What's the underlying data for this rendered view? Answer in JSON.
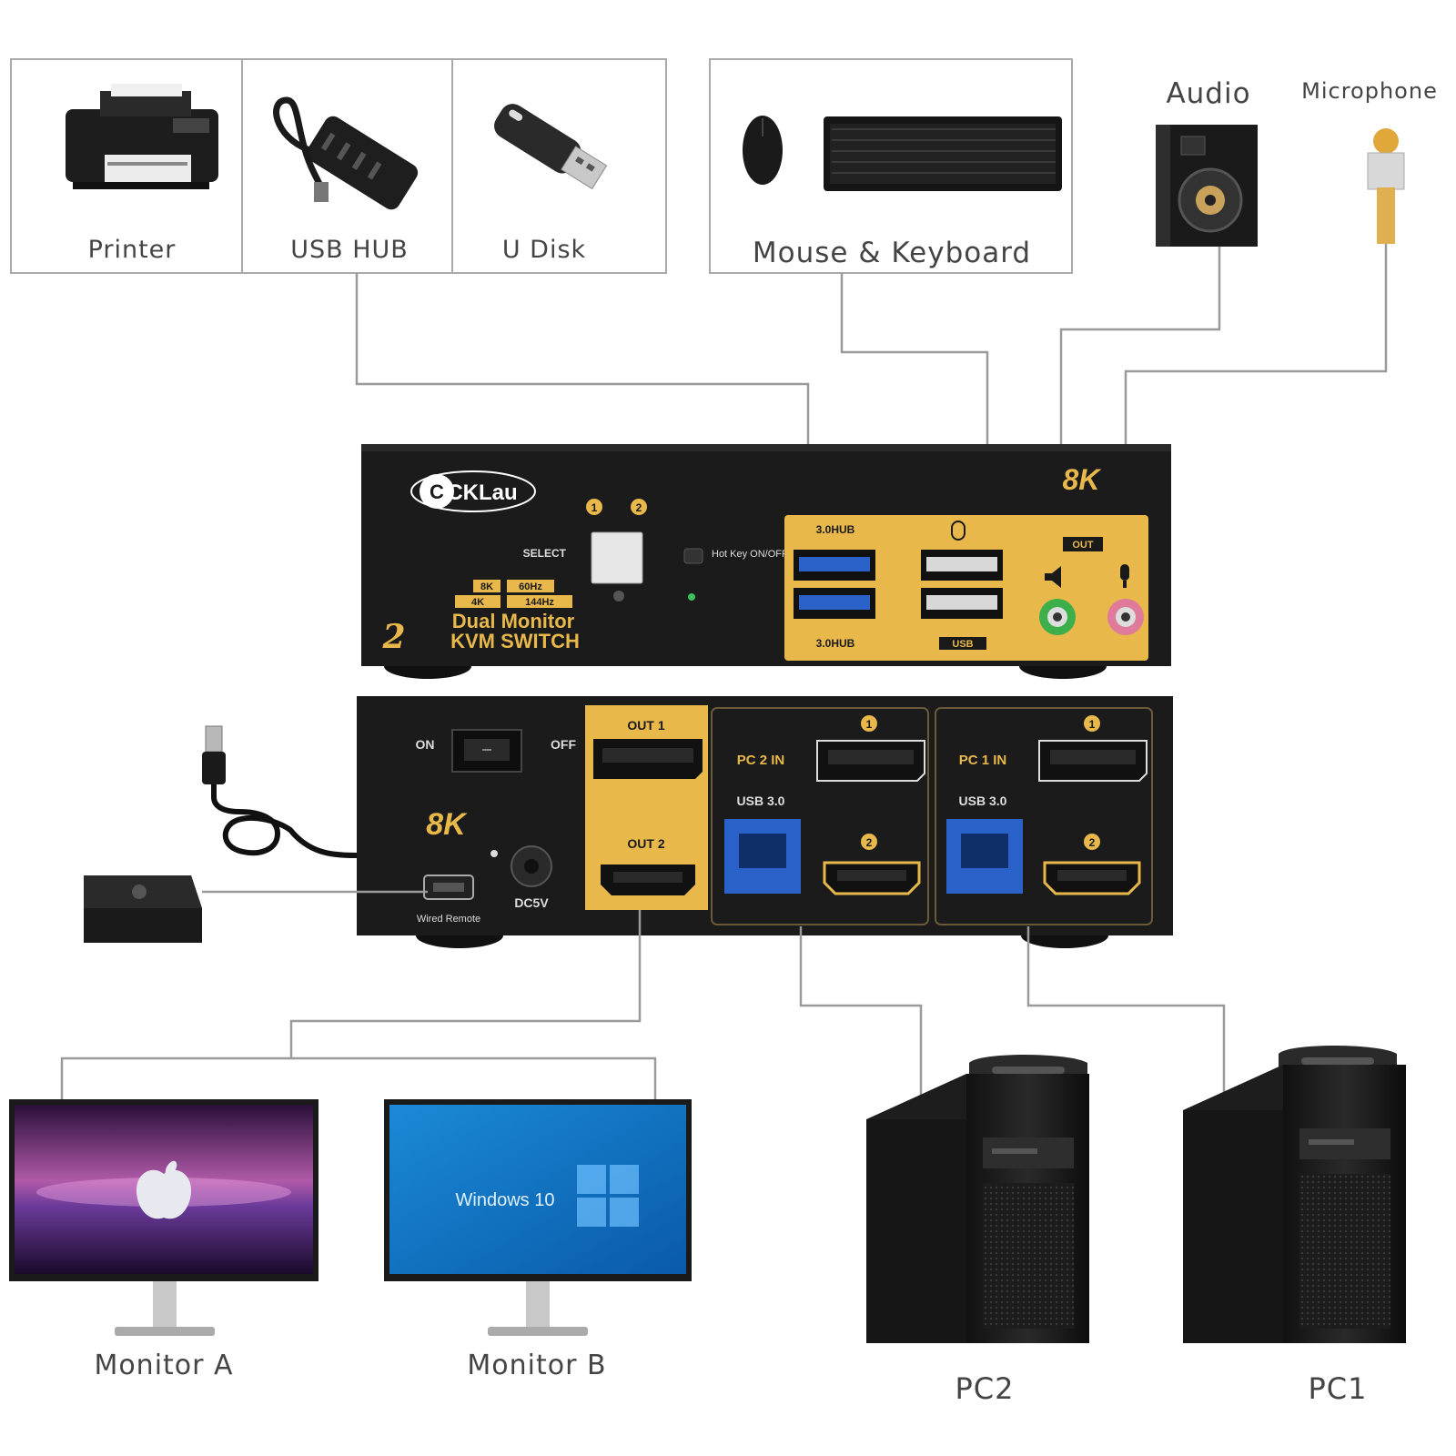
{
  "peripherals": {
    "printer": "Printer",
    "usb_hub": "USB HUB",
    "u_disk": "U Disk",
    "mouse_keyboard": "Mouse & Keyboard",
    "audio": "Audio",
    "microphone": "Microphone"
  },
  "front_panel": {
    "brand": "CKLau",
    "badge": "8K",
    "select": "SELECT",
    "hotkey": "Hot Key ON/OFF",
    "port_1": "1",
    "port_2": "2",
    "usb_hub_top": "3.0HUB",
    "usb_hub_bottom": "3.0HUB",
    "mouse_kb_label": "USB",
    "audio_out": "OUT",
    "spec_8k": "8K",
    "spec_60hz": "60Hz",
    "spec_4k": "4K",
    "spec_144hz": "144Hz",
    "product_line1": "Dual Monitor",
    "product_line2": "KVM SWITCH",
    "port_count": "2"
  },
  "rear_panel": {
    "power_on": "ON",
    "power_off": "OFF",
    "badge": "8K",
    "wired_remote": "Wired Remote",
    "dc": "DC5V",
    "out_1": "OUT 1",
    "out_2": "OUT 2",
    "pc2_in": "PC 2 IN",
    "pc1_in": "PC 1 IN",
    "usb3_a": "USB 3.0",
    "usb3_b": "USB 3.0",
    "dp_num_a": "1",
    "hdmi_num_a": "2",
    "dp_num_b": "1",
    "hdmi_num_b": "2"
  },
  "outputs": {
    "monitor_a": "Monitor A",
    "monitor_b": "Monitor B",
    "windows_text": "Windows 10",
    "pc2": "PC2",
    "pc1": "PC1"
  },
  "colors": {
    "gold": "#e8b84a",
    "device_black": "#1b1b1b",
    "usb3_blue": "#2a62c9",
    "wire_gray": "#9a9a9a",
    "audio_green": "#3cae4a",
    "mic_pink": "#e07a9a"
  }
}
